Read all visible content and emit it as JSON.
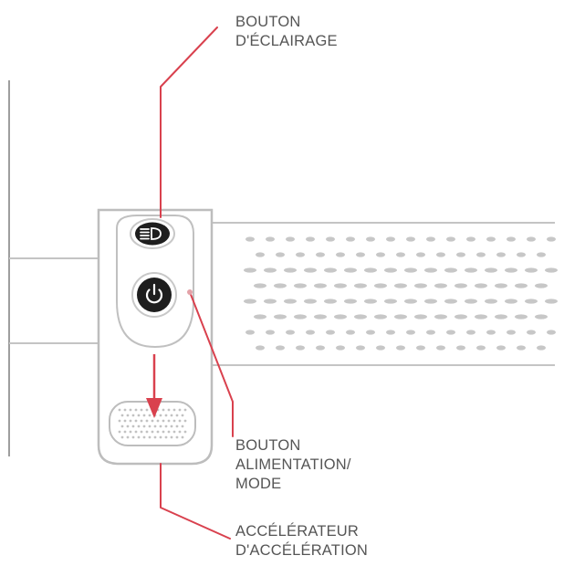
{
  "colors": {
    "leader": "#d9414e",
    "outline": "#bdbdbd",
    "text": "#555555",
    "button_fill": "#1e1e1e",
    "grip_dot": "#c7c7c7"
  },
  "callouts": {
    "light_button": {
      "lines": [
        "BOUTON",
        "D'ÉCLAIRAGE"
      ],
      "icon": "headlight-icon"
    },
    "power_button": {
      "lines": [
        "BOUTON",
        "ALIMENTATION/",
        "MODE"
      ],
      "icon": "power-icon"
    },
    "throttle": {
      "lines": [
        "ACCÉLÉRATEUR",
        "D'ACCÉLÉRATION"
      ]
    }
  }
}
